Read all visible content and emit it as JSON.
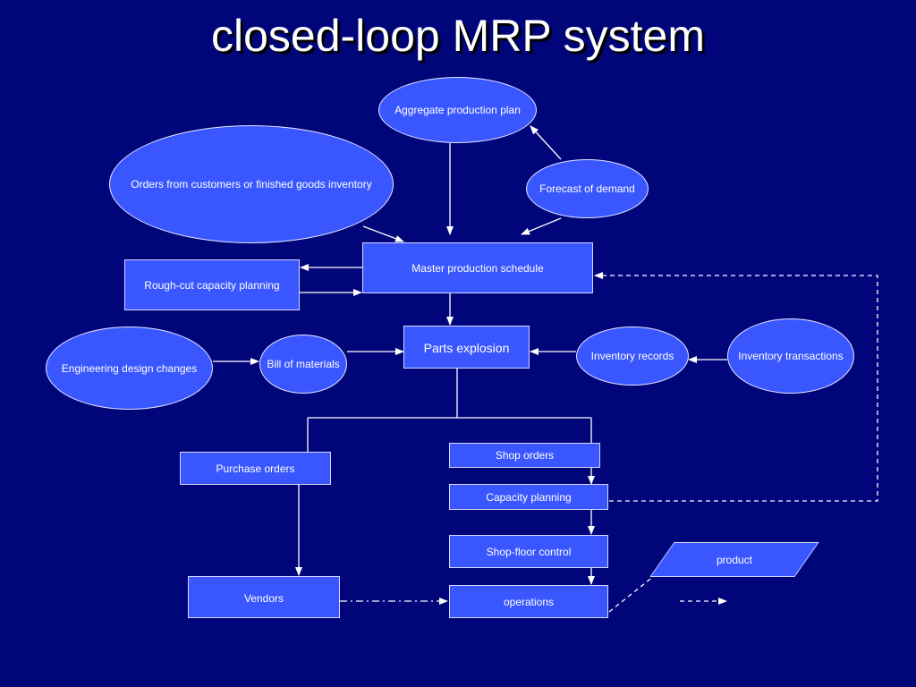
{
  "title": "closed-loop MRP system",
  "colors": {
    "background": "#00067a",
    "node_fill": "#3a57ff",
    "stroke": "#ffffff"
  },
  "nodes": {
    "aggregate_plan": "Aggregate production plan",
    "orders": "Orders from customers or finished goods inventory",
    "forecast": "Forecast of demand",
    "mps": "Master production schedule",
    "rough_cut": "Rough-cut capacity planning",
    "parts_explosion": "Parts explosion",
    "engineering_changes": "Engineering design changes",
    "bill_of_materials": "Bill of materials",
    "inventory_records": "Inventory records",
    "inventory_transactions": "Inventory transactions",
    "purchase_orders": "Purchase orders",
    "shop_orders": "Shop orders",
    "capacity_planning": "Capacity planning",
    "shop_floor_control": "Shop-floor control",
    "vendors": "Vendors",
    "operations": "operations",
    "product": "product"
  }
}
